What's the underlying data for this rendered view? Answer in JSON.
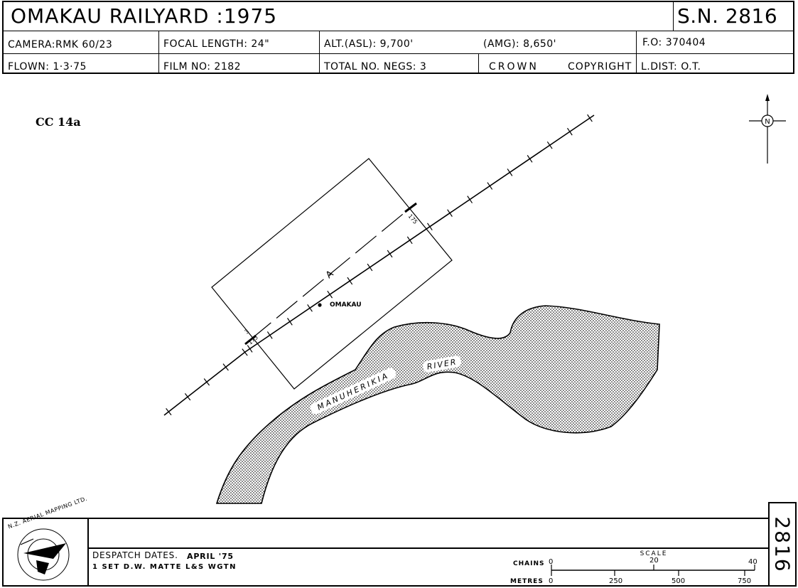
{
  "header": {
    "title": "OMAKAU RAILYARD :1975",
    "sheet_number": "S.N. 2816",
    "camera": "CAMERA:RMK 60/23",
    "focal_length": "FOCAL LENGTH: 24\"",
    "alt_asl": "ALT.(ASL): 9,700'",
    "amg": "(AMG): 8,650'",
    "fo": "F.O: 370404",
    "flown": "FLOWN: 1·3·75",
    "film_no": "FILM NO: 2182",
    "total_negs": "TOTAL NO. NEGS: 3",
    "crown": "CROWN",
    "copyright": "COPYRIGHT",
    "ldist": "L.DIST: O.T."
  },
  "map": {
    "reference_label": "CC 14a",
    "north_label": "N",
    "run_label": "A",
    "town_label": "OMAKAU",
    "river_label_1": "MANUHERIKIA",
    "river_label_2": "RIVER",
    "start_frame_top": "3",
    "start_frame_bottom": "175",
    "end_frame": "175",
    "colors": {
      "ink": "#000000",
      "river_fill": "#c8c8c8"
    }
  },
  "footer": {
    "logo_text": "N.Z. AERIAL MAPPING LTD.",
    "despatch_label": "DESPATCH DATES.",
    "despatch_date": "APRIL '75",
    "despatch_line2": "1 SET D.W. MATTE L&S WGTN",
    "scale_title": "SCALE",
    "chains_label": "CHAINS",
    "chains_ticks": [
      "0",
      "20",
      "40"
    ],
    "metres_label": "METRES",
    "metres_ticks": [
      "0",
      "250",
      "500",
      "750"
    ],
    "sheet_tab": "2816"
  }
}
